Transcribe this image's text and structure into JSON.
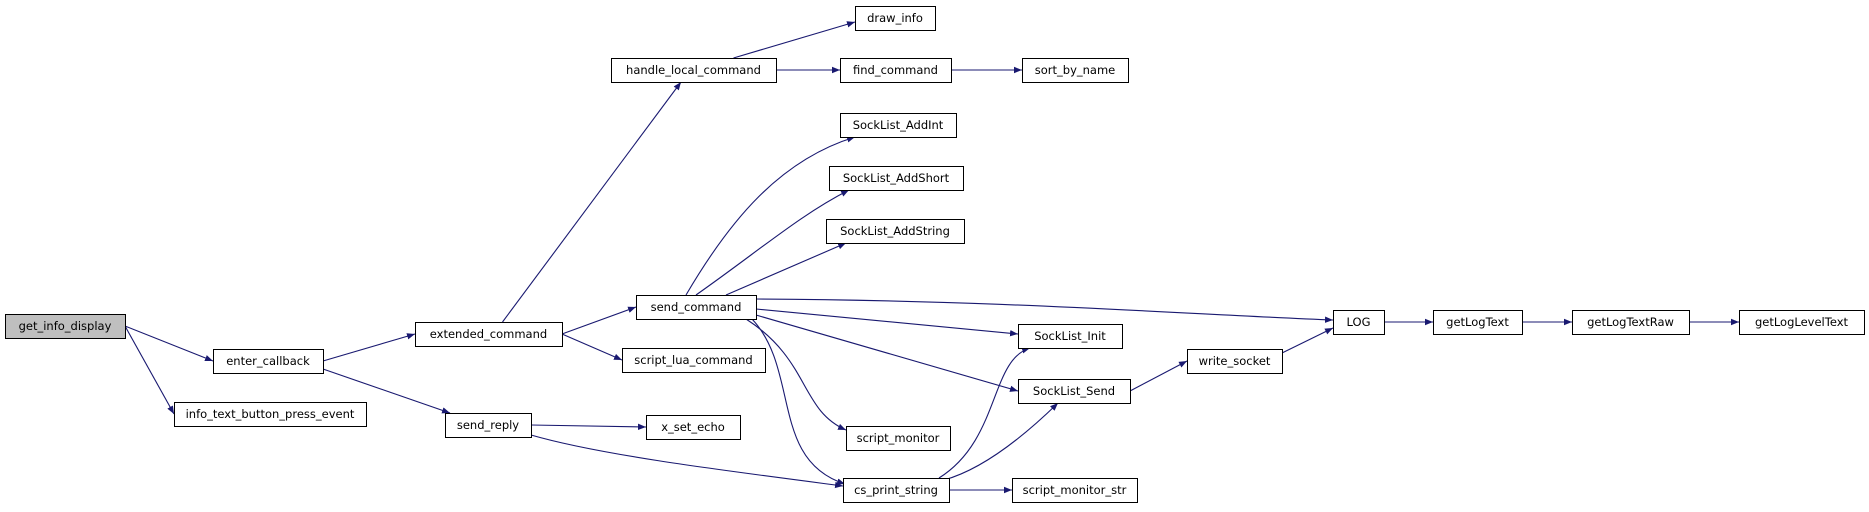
{
  "graph": {
    "root": "get_info_display",
    "edge_color": "#191970",
    "root_fill": "#bfbfbf",
    "nodes": [
      {
        "id": "get_info_display",
        "label": "get_info_display",
        "root": true
      },
      {
        "id": "enter_callback",
        "label": "enter_callback"
      },
      {
        "id": "info_text_button_press_event",
        "label": "info_text_button_press_event"
      },
      {
        "id": "extended_command",
        "label": "extended_command"
      },
      {
        "id": "send_reply",
        "label": "send_reply"
      },
      {
        "id": "handle_local_command",
        "label": "handle_local_command"
      },
      {
        "id": "send_command",
        "label": "send_command"
      },
      {
        "id": "script_lua_command",
        "label": "script_lua_command"
      },
      {
        "id": "x_set_echo",
        "label": "x_set_echo"
      },
      {
        "id": "cs_print_string",
        "label": "cs_print_string"
      },
      {
        "id": "draw_info",
        "label": "draw_info"
      },
      {
        "id": "find_command",
        "label": "find_command"
      },
      {
        "id": "sort_by_name",
        "label": "sort_by_name"
      },
      {
        "id": "SockList_AddInt",
        "label": "SockList_AddInt"
      },
      {
        "id": "SockList_AddShort",
        "label": "SockList_AddShort"
      },
      {
        "id": "SockList_AddString",
        "label": "SockList_AddString"
      },
      {
        "id": "script_monitor",
        "label": "script_monitor"
      },
      {
        "id": "SockList_Init",
        "label": "SockList_Init"
      },
      {
        "id": "SockList_Send",
        "label": "SockList_Send"
      },
      {
        "id": "script_monitor_str",
        "label": "script_monitor_str"
      },
      {
        "id": "write_socket",
        "label": "write_socket"
      },
      {
        "id": "LOG",
        "label": "LOG"
      },
      {
        "id": "getLogText",
        "label": "getLogText"
      },
      {
        "id": "getLogTextRaw",
        "label": "getLogTextRaw"
      },
      {
        "id": "getLogLevelText",
        "label": "getLogLevelText"
      }
    ],
    "edges": [
      {
        "from": "get_info_display",
        "to": "enter_callback"
      },
      {
        "from": "get_info_display",
        "to": "info_text_button_press_event"
      },
      {
        "from": "enter_callback",
        "to": "extended_command"
      },
      {
        "from": "enter_callback",
        "to": "send_reply"
      },
      {
        "from": "extended_command",
        "to": "handle_local_command"
      },
      {
        "from": "extended_command",
        "to": "send_command"
      },
      {
        "from": "extended_command",
        "to": "script_lua_command"
      },
      {
        "from": "handle_local_command",
        "to": "draw_info"
      },
      {
        "from": "handle_local_command",
        "to": "find_command"
      },
      {
        "from": "find_command",
        "to": "sort_by_name"
      },
      {
        "from": "send_reply",
        "to": "x_set_echo"
      },
      {
        "from": "send_reply",
        "to": "cs_print_string"
      },
      {
        "from": "send_command",
        "to": "SockList_AddInt"
      },
      {
        "from": "send_command",
        "to": "SockList_AddShort"
      },
      {
        "from": "send_command",
        "to": "SockList_AddString"
      },
      {
        "from": "send_command",
        "to": "LOG"
      },
      {
        "from": "send_command",
        "to": "SockList_Init"
      },
      {
        "from": "send_command",
        "to": "SockList_Send"
      },
      {
        "from": "send_command",
        "to": "script_monitor"
      },
      {
        "from": "send_command",
        "to": "cs_print_string"
      },
      {
        "from": "cs_print_string",
        "to": "SockList_Init"
      },
      {
        "from": "cs_print_string",
        "to": "SockList_Send"
      },
      {
        "from": "cs_print_string",
        "to": "script_monitor_str"
      },
      {
        "from": "SockList_Send",
        "to": "write_socket"
      },
      {
        "from": "write_socket",
        "to": "LOG"
      },
      {
        "from": "LOG",
        "to": "getLogText"
      },
      {
        "from": "getLogText",
        "to": "getLogTextRaw"
      },
      {
        "from": "getLogTextRaw",
        "to": "getLogLevelText"
      }
    ]
  }
}
